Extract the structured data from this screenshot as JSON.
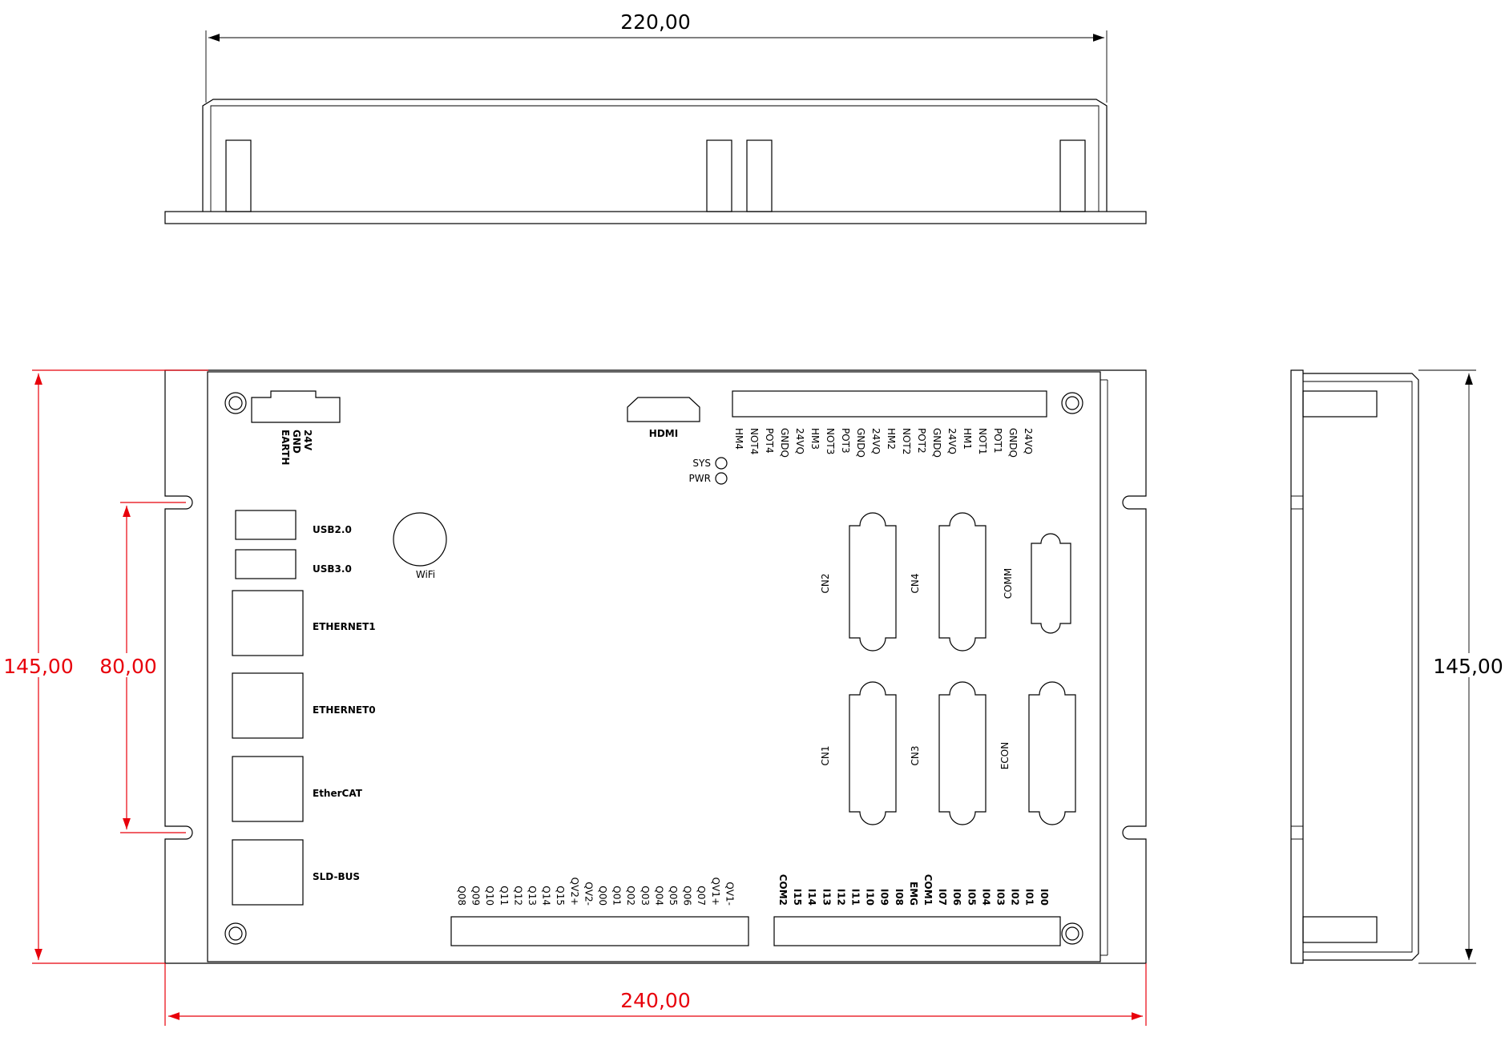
{
  "colors": {
    "outline": "#000000",
    "dimension_red": "#e8000b",
    "background": "#ffffff"
  },
  "dimensions": {
    "top_width": "220,00",
    "bottom_width": "240,00",
    "left_height": "145,00",
    "hole_spacing": "80,00",
    "side_height": "145,00"
  },
  "ports": {
    "power_24v": "24V",
    "power_gnd": "GND",
    "power_earth": "EARTH",
    "hdmi": "HDMI",
    "sys": "SYS",
    "pwr": "PWR",
    "usb2": "USB2.0",
    "usb3": "USB3.0",
    "wifi": "WiFi",
    "ethernet1": "ETHERNET1",
    "ethernet0": "ETHERNET0",
    "ethercat": "EtherCAT",
    "sldbus": "SLD-BUS",
    "cn1": "CN1",
    "cn2": "CN2",
    "cn3": "CN3",
    "cn4": "CN4",
    "comm": "COMM",
    "econ": "ECON"
  },
  "top_pins": [
    "HM4",
    "NOT4",
    "POT4",
    "GNDQ",
    "24VQ",
    "HM3",
    "NOT3",
    "POT3",
    "GNDQ",
    "24VQ",
    "HM2",
    "NOT2",
    "POT2",
    "GNDQ",
    "24VQ",
    "HM1",
    "NOT1",
    "POT1",
    "GNDQ",
    "24VQ"
  ],
  "output_pins": [
    "Q08",
    "Q09",
    "Q10",
    "Q11",
    "Q12",
    "Q13",
    "Q14",
    "Q15",
    "QV2+",
    "QV2-",
    "Q00",
    "Q01",
    "Q02",
    "Q03",
    "Q04",
    "Q05",
    "Q06",
    "Q07",
    "QV1+",
    "QV1-"
  ],
  "input_pins": [
    "COM2",
    "I15",
    "I14",
    "I13",
    "I12",
    "I11",
    "I10",
    "I09",
    "I08",
    "EMG",
    "COM1",
    "I07",
    "I06",
    "I05",
    "I04",
    "I03",
    "I02",
    "I01",
    "I00"
  ]
}
